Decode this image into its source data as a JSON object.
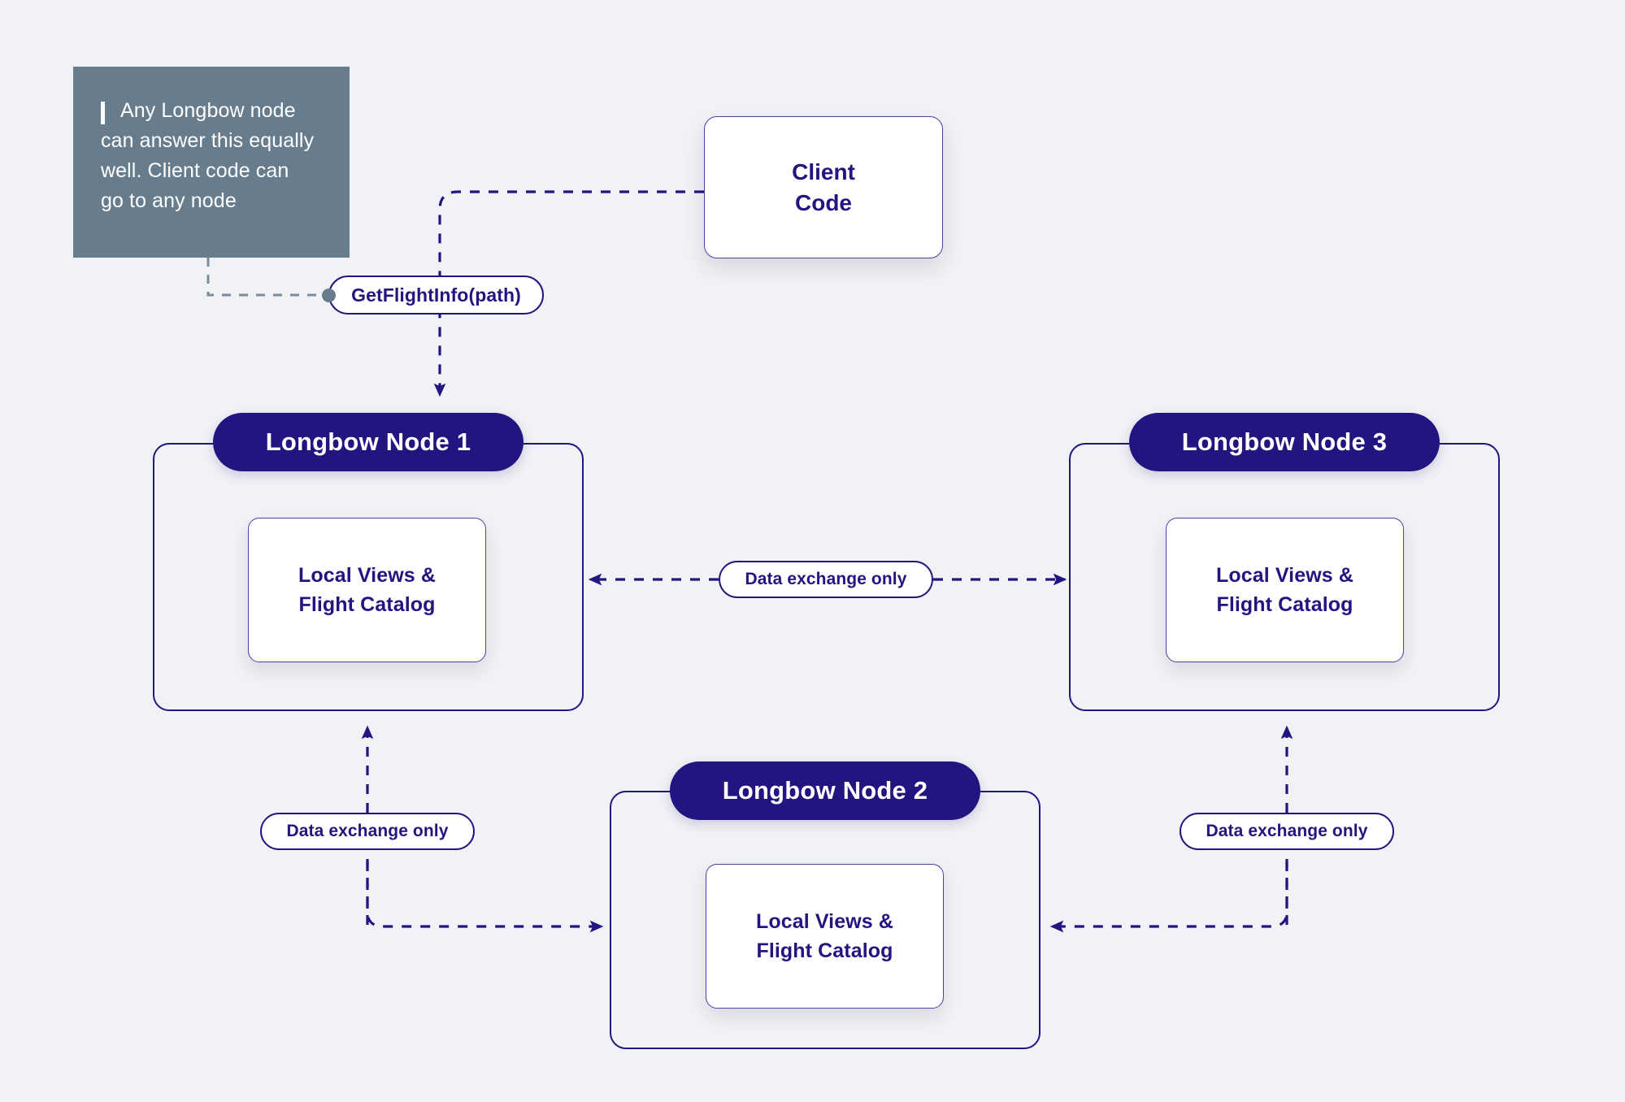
{
  "canvas": {
    "background_color": "#f1f2f5",
    "accent_color": "#231580",
    "annotation_bg_color": "#677d8e",
    "card_border_color": "#4c3fa5"
  },
  "annotation": {
    "text": "Any Longbow node can answer this equally well. Client code can go to any node",
    "accent_bar": "vertical-bar"
  },
  "client": {
    "label": "Client\nCode",
    "label_line1": "Client",
    "label_line2": "Code"
  },
  "call_label": {
    "text": "GetFlightInfo(path)"
  },
  "nodes": [
    {
      "id": "node-1",
      "title": "Longbow Node 1",
      "inner_card": "Local Views &\nFlight Catalog"
    },
    {
      "id": "node-2",
      "title": "Longbow Node 2",
      "inner_card": "Local Views &\nFlight Catalog"
    },
    {
      "id": "node-3",
      "title": "Longbow Node 3",
      "inner_card": "Local Views &\nFlight Catalog"
    }
  ],
  "inner_cards": {
    "line1": "Local Views &",
    "line2": "Flight Catalog"
  },
  "edges": [
    {
      "id": "edge-client-node1",
      "label": "GetFlightInfo(path)",
      "from": "Client Code",
      "to": "Longbow Node 1",
      "style": "dashed",
      "direction": "one-way"
    },
    {
      "id": "edge-node1-node3",
      "label": "Data exchange only",
      "from": "Longbow Node 1",
      "to": "Longbow Node 3",
      "style": "dashed",
      "direction": "bidirectional"
    },
    {
      "id": "edge-node1-node2",
      "label": "Data exchange only",
      "from": "Longbow Node 1",
      "to": "Longbow Node 2",
      "style": "dashed",
      "direction": "bidirectional"
    },
    {
      "id": "edge-node3-node2",
      "label": "Data exchange only",
      "from": "Longbow Node 3",
      "to": "Longbow Node 2",
      "style": "dashed",
      "direction": "bidirectional"
    }
  ],
  "edge_labels": {
    "data_exchange": "Data exchange only"
  }
}
